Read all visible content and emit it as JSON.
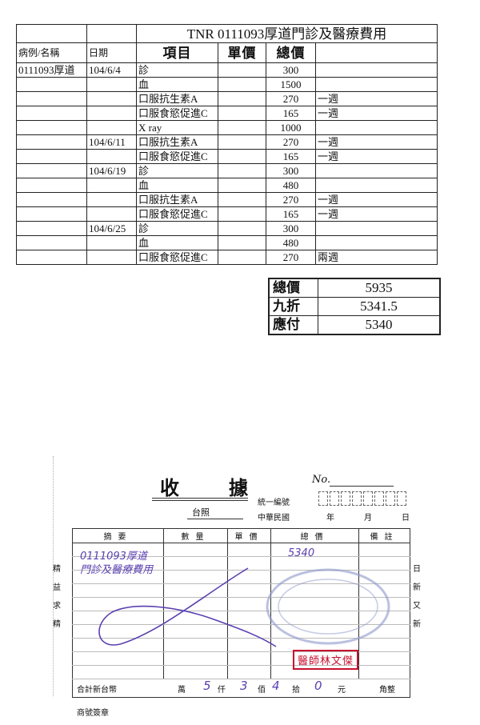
{
  "fee_table": {
    "title": "TNR 0111093厚道門診及醫療費用",
    "headers": {
      "patient": "病例/名稱",
      "date": "日期",
      "item": "項目",
      "unit_price": "單價",
      "total": "總價"
    },
    "rows": [
      {
        "patient": "0111093厚道",
        "date": "104/6/4",
        "item": "診",
        "unit_price": "",
        "total": "300",
        "note": ""
      },
      {
        "patient": "",
        "date": "",
        "item": "血",
        "unit_price": "",
        "total": "1500",
        "note": ""
      },
      {
        "patient": "",
        "date": "",
        "item": "口服抗生素A",
        "unit_price": "",
        "total": "270",
        "note": "一週"
      },
      {
        "patient": "",
        "date": "",
        "item": "口服食慾促進C",
        "unit_price": "",
        "total": "165",
        "note": "一週"
      },
      {
        "patient": "",
        "date": "",
        "item": "X ray",
        "unit_price": "",
        "total": "1000",
        "note": ""
      },
      {
        "patient": "",
        "date": "104/6/11",
        "item": "口服抗生素A",
        "unit_price": "",
        "total": "270",
        "note": "一週"
      },
      {
        "patient": "",
        "date": "",
        "item": "口服食慾促進C",
        "unit_price": "",
        "total": "165",
        "note": "一週"
      },
      {
        "patient": "",
        "date": "104/6/19",
        "item": "診",
        "unit_price": "",
        "total": "300",
        "note": ""
      },
      {
        "patient": "",
        "date": "",
        "item": "血",
        "unit_price": "",
        "total": "480",
        "note": ""
      },
      {
        "patient": "",
        "date": "",
        "item": "口服抗生素A",
        "unit_price": "",
        "total": "270",
        "note": "一週"
      },
      {
        "patient": "",
        "date": "",
        "item": "口服食慾促進C",
        "unit_price": "",
        "total": "165",
        "note": "一週"
      },
      {
        "patient": "",
        "date": "104/6/25",
        "item": "診",
        "unit_price": "",
        "total": "300",
        "note": ""
      },
      {
        "patient": "",
        "date": "",
        "item": "血",
        "unit_price": "",
        "total": "480",
        "note": ""
      },
      {
        "patient": "",
        "date": "",
        "item": "口服食慾促進C",
        "unit_price": "",
        "total": "270",
        "note": "兩週"
      }
    ],
    "totals": {
      "total_label": "總價",
      "total_value": "5935",
      "discount_label": "九折",
      "discount_value": "5341.5",
      "payable_label": "應付",
      "payable_value": "5340"
    }
  },
  "receipt": {
    "title": "收據",
    "no_label": "No.",
    "unified_no_label": "統一編號",
    "ref_text": "台照",
    "era": "中華民國",
    "year": "年",
    "month": "月",
    "day": "日",
    "headers": {
      "summary": "摘要",
      "quantity": "數量",
      "unit_price": "單價",
      "total": "總價",
      "remark": "備註"
    },
    "handwritten_summary_1": "0111093厚道",
    "handwritten_summary_2": "門診及醫療費用",
    "handwritten_total": "5340",
    "left_side_text": "精益求精",
    "right_side_text": "日新又新",
    "doctor_seal": "醫師林文傑",
    "round_seal": "",
    "sum_label": "合計新台幣",
    "wan": "萬",
    "qian_digit": "5",
    "qian": "仟",
    "bai_digit": "3",
    "bai": "佰",
    "shi_digit": "4",
    "shi": "拾",
    "yuan_digit": "0",
    "yuan": "元",
    "jiao": "角整",
    "stamp_label": "商號簽章"
  },
  "colors": {
    "ink_handwriting": "#5b3fb0",
    "seal_red": "#c8102e",
    "line": "#222222"
  }
}
